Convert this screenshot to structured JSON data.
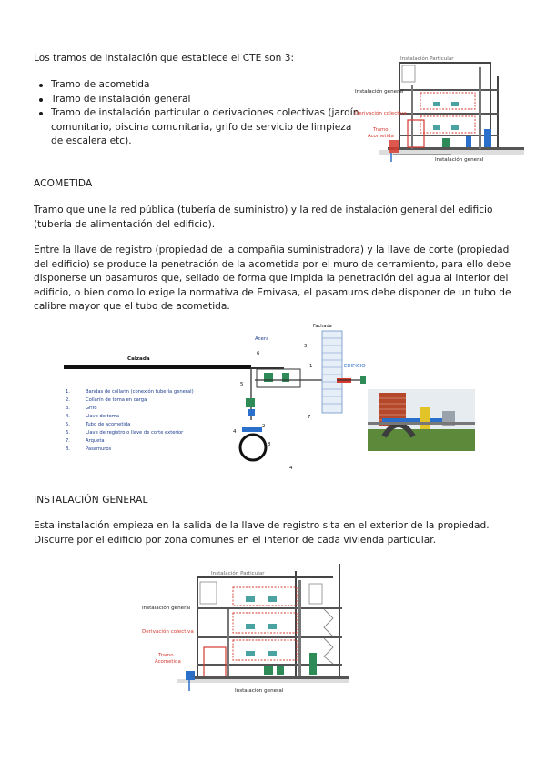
{
  "intro": "Los tramos de instalación que establece el CTE son 3:",
  "bullets": [
    "Tramo de acometida",
    "Tramo de instalación general",
    "Tramo de instalación particular o derivaciones colectivas (jardín comunitario, piscina comunitaria, grifo de servicio de limpieza de escalera etc)."
  ],
  "figure1": {
    "label_particular": "Instalación Particular",
    "label_general": "Instalación general",
    "label_derivacion": "Derivación colectiva",
    "label_tramo": "Tramo",
    "label_acometida": "Acometida",
    "label_bottom": "Instalación general"
  },
  "section_acometida": {
    "heading": "ACOMETIDA",
    "para1": "Tramo que une la red pública (tubería de suministro) y la red de instalación general del edificio (tubería de alimentación del edificio).",
    "para2": "Entre la llave de registro (propiedad de la compañía suministradora) y la llave de corte (propiedad del edificio) se produce la penetración de la acometida por el muro de cerramiento, para ello debe disponerse un pasamuros que, sellado de forma que impida la penetración del agua al interior del edificio, o bien como lo exige la normativa de Emivasa, el pasamuros debe disponer de un tubo de calibre mayor que el tubo de acometida."
  },
  "figure2": {
    "calzada": "Calzada",
    "acera": "Acera",
    "fachada": "Fachada",
    "edificio": "EDIFICIO",
    "legend": [
      {
        "num": "1.",
        "text": "Bandas de collarín (conexión tubería general)"
      },
      {
        "num": "2.",
        "text": "Collarín de toma en carga"
      },
      {
        "num": "3.",
        "text": "Grifo"
      },
      {
        "num": "4.",
        "text": "Llave de toma"
      },
      {
        "num": "5.",
        "text": "Tubo de acometida"
      },
      {
        "num": "6.",
        "text": "Llave de registro o llave de corte exterior"
      },
      {
        "num": "7.",
        "text": "Arqueta"
      },
      {
        "num": "8.",
        "text": "Pasamuros"
      }
    ],
    "callouts": [
      "6",
      "5",
      "3",
      "1",
      "2",
      "4",
      "8",
      "7",
      "4"
    ]
  },
  "section_general": {
    "heading": "INSTALACIÓN GENERAL",
    "para1": "Esta instalación empieza en la salida de la llave de registro sita en el exterior de la propiedad. Discurre por el edificio por zona comunes en el interior de cada vivienda particular."
  },
  "figure3": {
    "label_particular": "Instalación Particular",
    "label_general": "Instalación general",
    "label_derivacion": "Derivación colectiva",
    "label_tramo": "Tramo",
    "label_acometida": "Acometida",
    "label_bottom": "Instalación general"
  },
  "colors": {
    "red": "#d6392f",
    "blue": "#2a6fc9",
    "green": "#2e8b57",
    "brick": "#b5472b"
  }
}
